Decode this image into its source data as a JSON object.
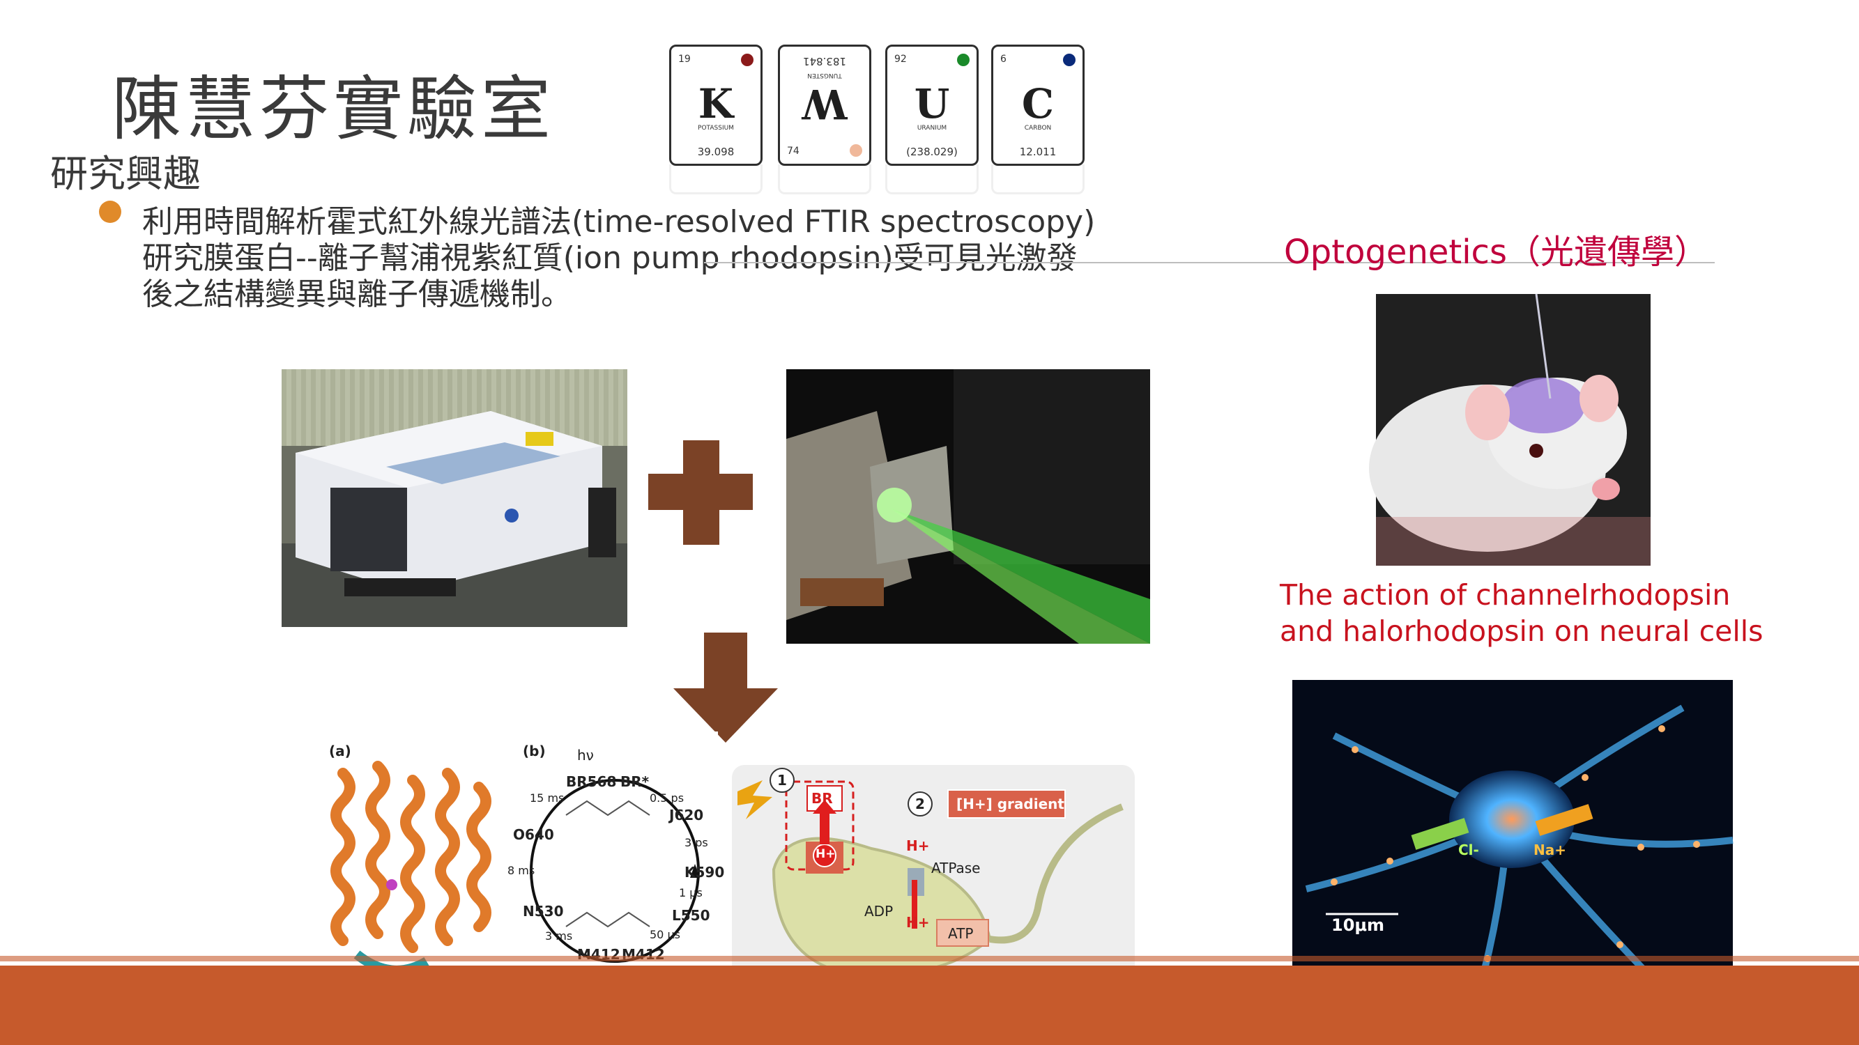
{
  "slide": {
    "title": "陳慧芬實驗室",
    "subtitle": "研究興趣",
    "bullet_lines": [
      "利用時間解析霍式紅外線光譜法(time-resolved FTIR spectroscopy)",
      "研究膜蛋白--離子幫浦視紫紅質(ion pump rhodopsin)受可見光激發",
      "後之結構變異與離子傳遞機制。"
    ],
    "optogenetics_title": "Optogenetics（光遺傳學）",
    "caption_lines": [
      "The action of channelrhodopsin",
      "and halorhodopsin on neural cells"
    ]
  },
  "logo_tiles": [
    {
      "number": "19",
      "symbol": "K",
      "name": "POTASSIUM",
      "mass": "39.098",
      "dot_color": "#8b1a1a"
    },
    {
      "number": "74",
      "symbol": "W",
      "name": "TUNGSTEN",
      "mass": "183.841",
      "dot_color": "#f0b89a"
    },
    {
      "number": "92",
      "symbol": "U",
      "name": "URANIUM",
      "mass": "(238.029)",
      "dot_color": "#1a8a2a"
    },
    {
      "number": "6",
      "symbol": "C",
      "name": "CARBON",
      "mass": "12.011",
      "dot_color": "#0a2a7a"
    }
  ],
  "figure_labels": {
    "panel_a": "(a)",
    "panel_b": "(b)",
    "hv": "hν",
    "photocycle": [
      "BR568",
      "BR*",
      "J620",
      "K590",
      "L550",
      "M412",
      "M412",
      "N530",
      "O640"
    ],
    "times": [
      "0.5 ps",
      "3 ps",
      "1 µs",
      "50 µs",
      "3 ms",
      "8 ms",
      "15 ms"
    ],
    "step1": "1",
    "step2": "2",
    "br_box": "BR",
    "h_plus": "H+",
    "gradient": "[H+] gradient",
    "atpase": "ATPase",
    "adp": "ADP",
    "atp": "ATP",
    "cl": "Cl-",
    "na": "Na+",
    "scale_bar": "10μm"
  },
  "colors": {
    "accent_orange": "#e08a2a",
    "band": "#c65a2c",
    "arrow_brown": "#7b4226",
    "opto_red": "#c0003c"
  }
}
